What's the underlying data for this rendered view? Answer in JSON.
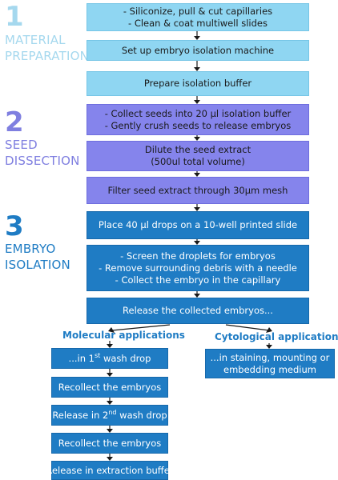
{
  "colors": {
    "stage1": "#8fd6f2",
    "stage2": "#8584ec",
    "stage3": "#1f7cc4",
    "stage1_label": "#a5d8ee",
    "stage2_label": "#7f7fe0",
    "stage3_label": "#1f7cc4",
    "arrow": "#1a1a1a"
  },
  "stages": [
    {
      "number": "1",
      "label_lines": [
        "MATERIAL",
        "PREPARATION"
      ]
    },
    {
      "number": "2",
      "label_lines": [
        "SEED",
        "DISSECTION"
      ]
    },
    {
      "number": "3",
      "label_lines": [
        "EMBRYO",
        "ISOLATION"
      ]
    }
  ],
  "steps": {
    "s1a": [
      "- Siliconize, pull  & cut capillaries",
      "- Clean & coat multiwell slides"
    ],
    "s1b": [
      "Set up embryo isolation machine"
    ],
    "s1c": [
      "Prepare isolation buffer"
    ],
    "s2a": [
      "- Collect seeds into 20 µl isolation buffer",
      "- Gently crush seeds to release embryos"
    ],
    "s2b": [
      "Dilute the seed extract",
      "(500ul total volume)"
    ],
    "s2c": [
      "Filter seed extract through 30µm mesh"
    ],
    "s3a": [
      "Place 40 µl drops on a 10-well printed slide"
    ],
    "s3b": [
      "- Screen the droplets for embryos",
      "- Remove surrounding debris with a needle",
      "- Collect the embryo in the capillary"
    ],
    "s3c": [
      "Release the collected embryos..."
    ]
  },
  "molecular": {
    "title": "Molecular applications",
    "wash1": {
      "pre": "...in 1",
      "sup": "st",
      "post": " wash drop"
    },
    "recollect1": "Recollect the embryos",
    "wash2": {
      "pre": "Release in 2",
      "sup": "nd",
      "post": " wash drop"
    },
    "recollect2": "Recollect the embryos",
    "extraction": "Release in extraction buffer"
  },
  "cytological": {
    "title": "Cytological applications",
    "medium": [
      "...in staining, mounting or",
      "embedding medium"
    ]
  }
}
